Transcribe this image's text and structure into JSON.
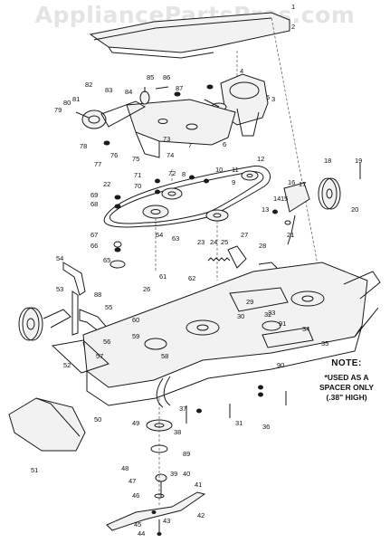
{
  "watermark": "AppliancePartsPros.com",
  "note": {
    "title": "NOTE:",
    "lines": [
      "*USED AS A",
      "SPACER ONLY",
      "(.38\" HIGH)"
    ]
  },
  "callouts": [
    "1",
    "2",
    "3",
    "4",
    "5",
    "6",
    "7",
    "8",
    "9",
    "10",
    "11",
    "12",
    "13",
    "14",
    "15",
    "16",
    "17",
    "18",
    "19",
    "20",
    "21",
    "22",
    "23",
    "24",
    "25",
    "26",
    "27",
    "28",
    "29",
    "30",
    "31",
    "32",
    "33",
    "34",
    "35",
    "36",
    "37",
    "38",
    "39",
    "40",
    "41",
    "42",
    "43",
    "44",
    "45",
    "46",
    "47",
    "48",
    "49",
    "50",
    "51",
    "52",
    "53",
    "54",
    "55",
    "56",
    "57",
    "58",
    "59",
    "60",
    "61",
    "62",
    "63",
    "64",
    "65",
    "66",
    "67",
    "68",
    "69",
    "70",
    "71",
    "72",
    "73",
    "74",
    "75",
    "76",
    "77",
    "78",
    "79",
    "80",
    "81",
    "82",
    "83",
    "84",
    "85",
    "86",
    "87",
    "88",
    "89",
    "90",
    "91"
  ]
}
